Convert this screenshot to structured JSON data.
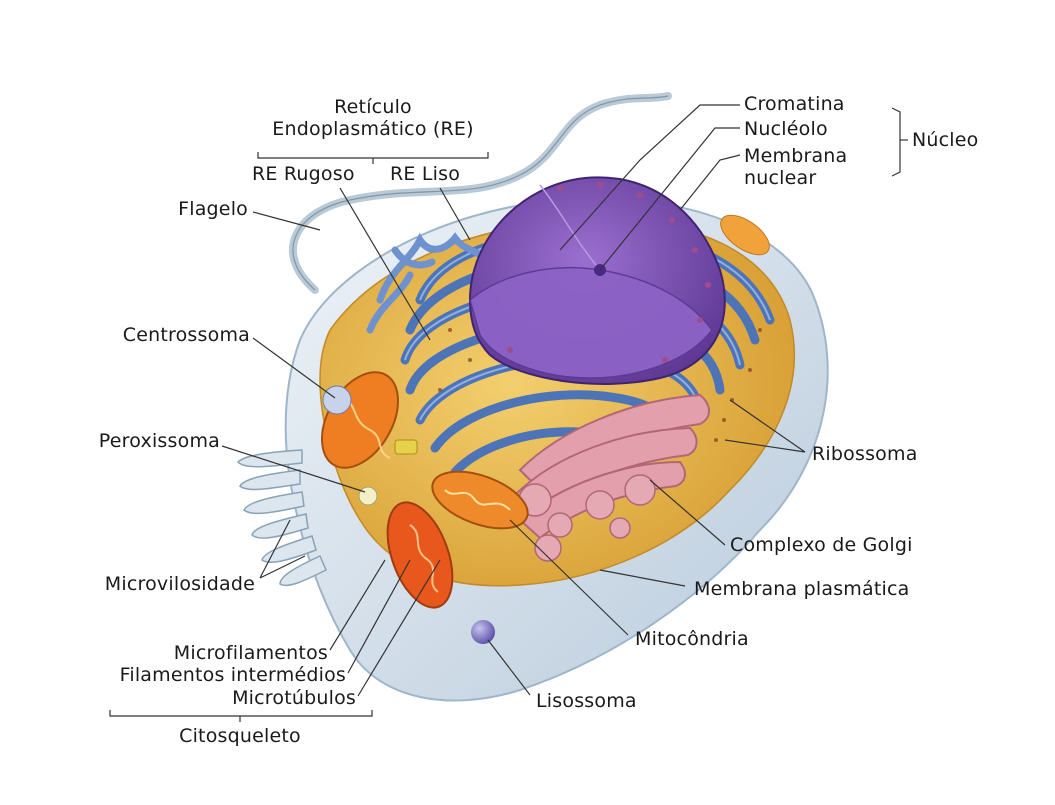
{
  "labels": {
    "er_group": "Retículo\nEndoplasmático (RE)",
    "er_rough": "RE Rugoso",
    "er_smooth": "RE Liso",
    "flagellum": "Flagelo",
    "centrosome": "Centrossoma",
    "peroxisome": "Peroxissoma",
    "microvilli": "Microvilosidade",
    "microfilaments": "Microfilamentos",
    "intermediate_filaments": "Filamentos intermédios",
    "microtubules": "Microtúbulos",
    "cytoskeleton": "Citosqueleto",
    "lysosome": "Lisossoma",
    "mitochondria": "Mitocôndria",
    "plasma_membrane": "Membrana plasmática",
    "golgi": "Complexo de Golgi",
    "ribosome": "Ribossoma",
    "chromatin": "Cromatina",
    "nucleolus": "Nucléolo",
    "nuclear_membrane": "Membrana\nnuclear",
    "nucleus": "Núcleo"
  },
  "colors": {
    "membrane_outer": "#d6e3ee",
    "cytoplasm": "#e6b24a",
    "er": "#5b82c4",
    "nucleus": "#7a4fb0",
    "mitochondria": "#e8751f",
    "golgi": "#d98a9a",
    "leader": "#333333"
  }
}
